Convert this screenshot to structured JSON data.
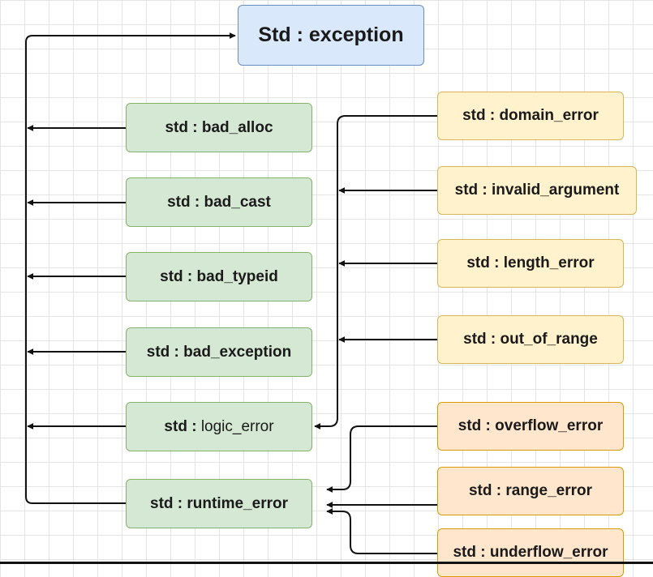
{
  "diagram": {
    "root": {
      "label": "Std : exception",
      "color": "#dae8fc"
    },
    "direct_children": [
      {
        "id": "bad_alloc",
        "label": "std : bad_alloc"
      },
      {
        "id": "bad_cast",
        "label": "std : bad_cast"
      },
      {
        "id": "bad_typeid",
        "label": "std : bad_typeid"
      },
      {
        "id": "bad_exception",
        "label": "std : bad_exception"
      },
      {
        "id": "logic_error",
        "label_prefix": "std : ",
        "label_name": "logic_error"
      },
      {
        "id": "runtime_error",
        "label": "std : runtime_error"
      }
    ],
    "logic_error_children": [
      {
        "id": "domain_error",
        "label": "std : domain_error"
      },
      {
        "id": "invalid_argument",
        "label": "std : invalid_argument"
      },
      {
        "id": "length_error",
        "label": "std : length_error"
      },
      {
        "id": "out_of_range",
        "label": "std : out_of_range"
      }
    ],
    "runtime_error_children": [
      {
        "id": "overflow_error",
        "label": "std : overflow_error"
      },
      {
        "id": "range_error",
        "label": "std : range_error"
      },
      {
        "id": "underflow_error",
        "label": "std : underflow_error"
      }
    ],
    "colors": {
      "root_fill": "#dae8fc",
      "root_stroke": "#6c8ebf",
      "green_fill": "#d5e8d4",
      "green_stroke": "#82b366",
      "yellow_fill": "#fff2cc",
      "yellow_stroke": "#d6b656",
      "orange_fill": "#ffe6cc",
      "orange_stroke": "#d79b00",
      "arrow": "#111111"
    }
  }
}
